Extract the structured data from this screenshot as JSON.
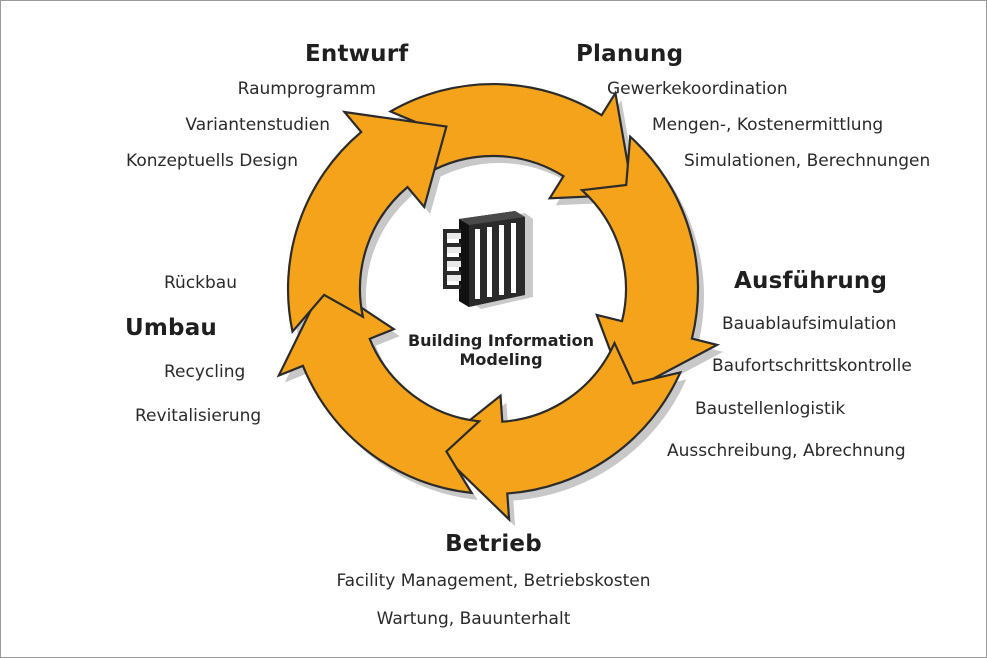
{
  "colors": {
    "arrow_fill": "#F5A31A",
    "arrow_outline": "#2b2b2b",
    "shadow": "#c8c8c8",
    "building": "#2a2a2a"
  },
  "center": {
    "icon": "building-icon",
    "title_line1": "Building Information",
    "title_line2": "Modeling"
  },
  "phases": {
    "entwurf": {
      "title": "Entwurf",
      "items": [
        "Raumprogramm",
        "Variantenstudien",
        "Konzeptuells Design"
      ]
    },
    "planung": {
      "title": "Planung",
      "items": [
        "Gewerkekoordination",
        "Mengen-, Kostenermittlung",
        "Simulationen, Berechnungen"
      ]
    },
    "ausfuehrung": {
      "title": "Ausführung",
      "items": [
        "Bauablaufsimulation",
        "Baufortschrittskontrolle",
        "Baustellenlogistik",
        "Ausschreibung, Abrechnung"
      ]
    },
    "betrieb": {
      "title": "Betrieb",
      "items": [
        "Facility Management, Betriebskosten",
        "Wartung, Bauunterhalt"
      ]
    },
    "umbau": {
      "title": "Umbau",
      "items": [
        "Rückbau",
        "Recycling",
        "Revitalisierung"
      ]
    }
  }
}
